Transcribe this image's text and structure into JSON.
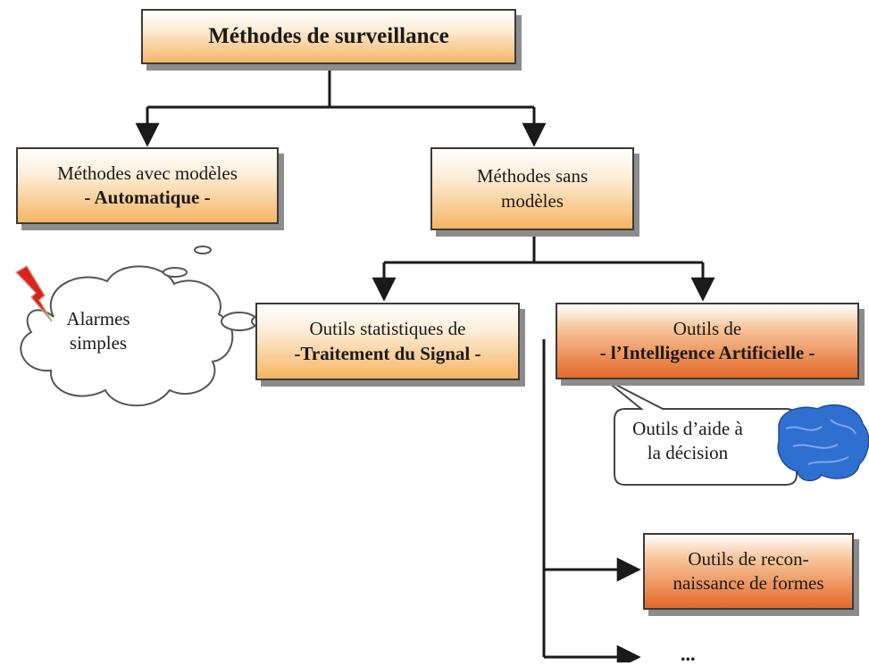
{
  "root": {
    "label": "Méthodes de surveillance"
  },
  "with_models": {
    "line1": "Méthodes avec modèles",
    "line2": "- Automatique -"
  },
  "without_models": {
    "line1": "Méthodes sans",
    "line2": "modèles"
  },
  "signal_tools": {
    "line1": "Outils statistiques de",
    "line2": "-Traitement du Signal -"
  },
  "ai_tools": {
    "line1": "Outils de",
    "line2": "- l’Intelligence Artificielle -"
  },
  "pattern_tools": {
    "line1": "Outils de recon-",
    "line2": "naissance de formes"
  },
  "alarm_cloud": {
    "line1": "Alarmes",
    "line2": "simples"
  },
  "decision_callout": {
    "line1": "Outils d’aide à",
    "line2": "la décision"
  },
  "more": {
    "label": "..."
  },
  "colors": {
    "box_light": "#f6b562",
    "box_dark": "#e4692a",
    "lightning": "#e0201c",
    "brain": "#2f6fd0",
    "line": "#1a1a1a"
  },
  "icons": [
    "lightning-bolt-icon",
    "brain-icon"
  ]
}
